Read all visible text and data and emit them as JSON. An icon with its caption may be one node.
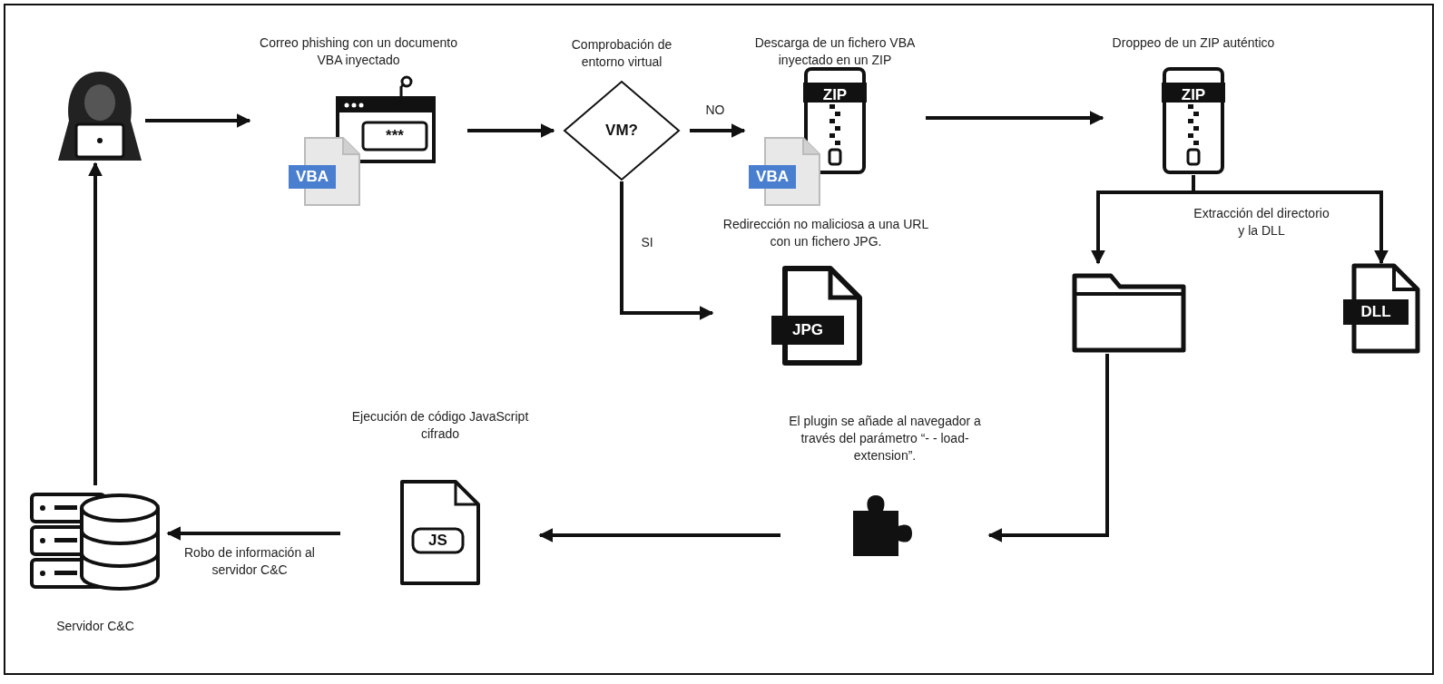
{
  "diagram": {
    "nodes": [
      {
        "text": [],
        "shape": "person"
      },
      {
        "text": [
          "Correo phishing con un documento VBA inyectado",
          "***",
          "VBA"
        ]
      },
      {
        "text": [
          "Comprobación de entorno virtual",
          "VM?"
        ]
      },
      {
        "text": [
          "Descarga de un fichero VBA inyectado en un ZIP",
          "ZIP",
          "VBA"
        ]
      },
      {
        "text": [
          "Droppeo de un ZIP auténtico",
          "ZIP"
        ]
      },
      {
        "text": [],
        "shape": "folder"
      },
      {
        "text": [
          "DLL"
        ]
      },
      {
        "text": [
          "Redirección no maliciosa a una URL con un fichero JPG.",
          "JPG"
        ]
      },
      {
        "text": [
          "El plugin se añade al navegador a través del parámetro “- - load-extension”."
        ]
      },
      {
        "text": [
          "Ejecución de código JavaScript cifrado",
          "JS"
        ]
      },
      {
        "text": [
          "Servidor C&C"
        ]
      }
    ],
    "edges": [
      {
        "from": 0,
        "to": 1,
        "arrow": "to"
      },
      {
        "from": 1,
        "to": 2,
        "arrow": "to"
      },
      {
        "from": 2,
        "to": 3,
        "arrow": "to",
        "label": "NO"
      },
      {
        "from": 3,
        "to": 4,
        "arrow": "to"
      },
      {
        "from": 4,
        "to": 5,
        "arrow": "to"
      },
      {
        "from": 4,
        "to": 6,
        "arrow": "to"
      },
      {
        "from": 2,
        "to": 7,
        "arrow": "to",
        "label": "SI"
      },
      {
        "from": 5,
        "to": 8,
        "arrow": "to"
      },
      {
        "from": 8,
        "to": 9,
        "arrow": "to"
      },
      {
        "from": 9,
        "to": 10,
        "arrow": "to",
        "label": "Robo de información al servidor C&C"
      },
      {
        "from": 10,
        "to": 0,
        "arrow": "to"
      }
    ],
    "labels": [
      "Extracción del directorio y la DLL"
    ]
  }
}
